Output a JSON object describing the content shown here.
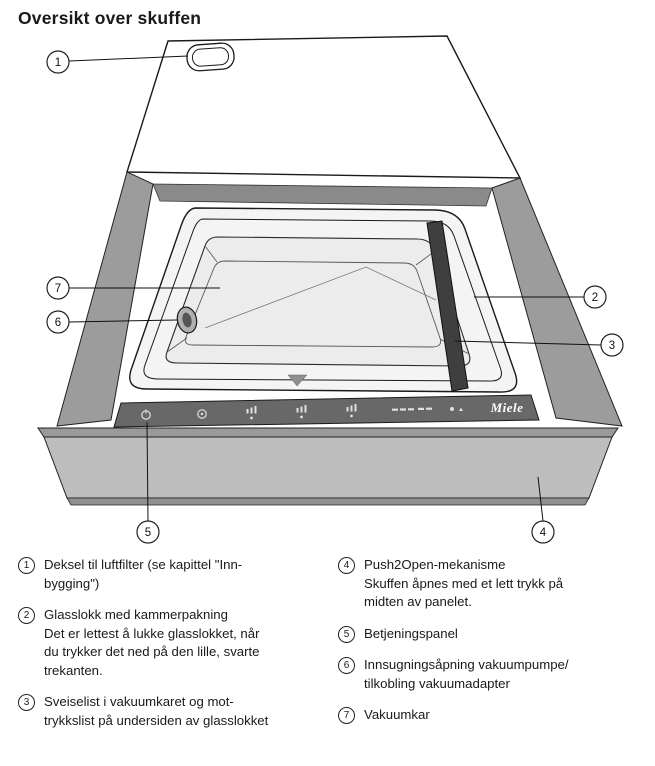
{
  "page": {
    "title": "Oversikt over skuffen"
  },
  "diagram": {
    "brand": "Miele",
    "callouts": [
      "1",
      "2",
      "3",
      "4",
      "5",
      "6",
      "7"
    ]
  },
  "legend": {
    "left": [
      {
        "num": "1",
        "text": "Deksel til luftfilter (se kapittel \"Inn-\nbygging\")"
      },
      {
        "num": "2",
        "text": "Glasslokk med kammerpakning\nDet er lettest å lukke glasslokket, når\ndu trykker det ned på den lille, svarte\ntrekanten."
      },
      {
        "num": "3",
        "text": "Sveiselist i vakuumkaret og mot-\ntrykkslist på undersiden av glasslokket"
      }
    ],
    "right": [
      {
        "num": "4",
        "text": "Push2Open-mekanisme\nSkuffen åpnes med et lett trykk på\nmidten av panelet."
      },
      {
        "num": "5",
        "text": "Betjeningspanel"
      },
      {
        "num": "6",
        "text": "Innsugningsåpning vakuumpumpe/\ntilkobling vakuumadapter"
      },
      {
        "num": "7",
        "text": "Vakuumkar"
      }
    ]
  }
}
